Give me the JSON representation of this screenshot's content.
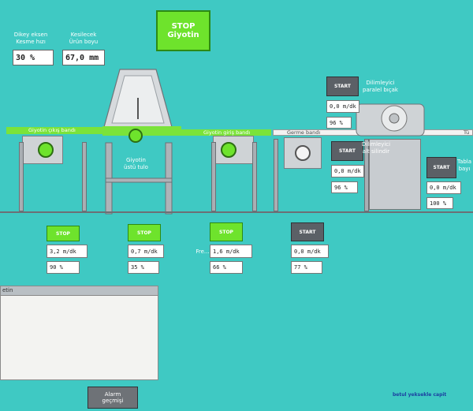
{
  "top_stop": {
    "line1": "STOP",
    "line2": "Giyotin"
  },
  "params": {
    "cut_speed_label_1": "Dikey eksen",
    "cut_speed_label_2": "Kesme hızı",
    "cut_speed_value": "30 %",
    "length_label_1": "Kesilecek",
    "length_label_2": "Ürün boyu",
    "length_value": "67,0 mm"
  },
  "belts": {
    "out": "Giyotin çıkış bandı",
    "in": "Giyotin giriş bandı",
    "stretch": "Germe bandı",
    "guillotine_label_1": "Giyotin",
    "guillotine_label_2": "üstü tulo",
    "right_edge": "Tü"
  },
  "slicer": {
    "top_start": "START",
    "top_label_1": "Dilimleyici",
    "top_label_2": "paralel bıçak",
    "top_speed": "0,0 m/dk",
    "top_pct": "96 %",
    "mid_start": "START",
    "mid_label_1": "Dilimleyici",
    "mid_label_2": "alt silindir",
    "mid_speed": "0,0 m/dk",
    "mid_pct": "96 %",
    "right_start": "START",
    "right_label_1": "Tabla",
    "right_label_2": "bayı",
    "right_speed": "0,0 m/dk",
    "right_pct": "100 %"
  },
  "controls": [
    {
      "button": "STOP",
      "speed": "3,2 m/dk",
      "pct": "90 %",
      "style": "green"
    },
    {
      "button": "STOP",
      "speed": "0,7 m/dk",
      "pct": "35 %",
      "style": "green"
    },
    {
      "button": "STOP",
      "speed": "1,6 m/dk",
      "pct": "66 %",
      "style": "green",
      "prefix": "Fre..."
    },
    {
      "button": "START",
      "speed": "0,0 m/dk",
      "pct": "77 %",
      "style": "gray"
    }
  ],
  "alarm_panel": {
    "title": "etin"
  },
  "alarm_button": {
    "line1": "Alarm",
    "line2": "geçmişi"
  },
  "footer": {
    "credit": "betul yeksekle capit"
  }
}
